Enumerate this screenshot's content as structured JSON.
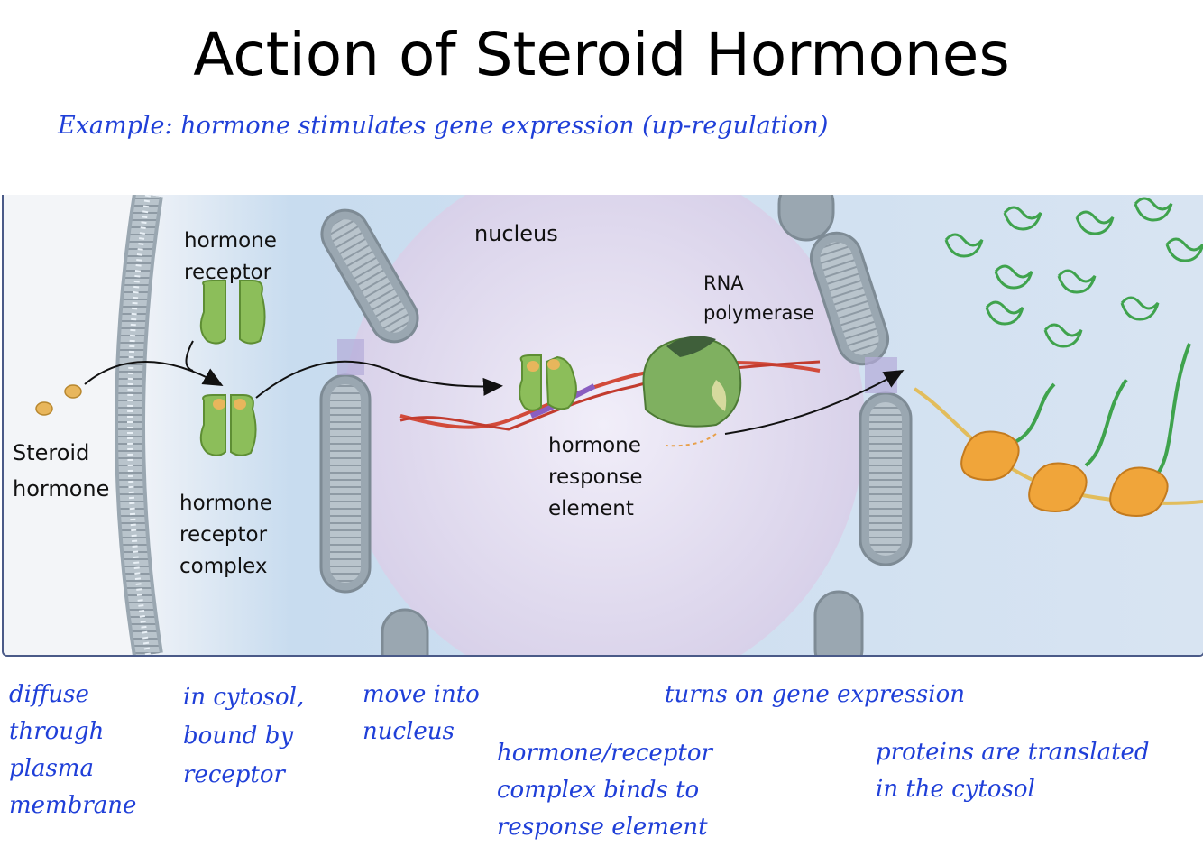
{
  "title": "Action of Steroid Hormones",
  "subtitle": "Example: hormone stimulates gene expression  (up-regulation)",
  "diagram_labels": {
    "hormone_receptor": [
      "hormone",
      "receptor"
    ],
    "nucleus": "nucleus",
    "rna_polymerase": [
      "RNA",
      "polymerase"
    ],
    "steroid_hormone": [
      "Steroid",
      "hormone"
    ],
    "hormone_receptor_complex": [
      "hormone",
      "receptor",
      "complex"
    ],
    "hormone_response_element": [
      "hormone",
      "response",
      "element"
    ]
  },
  "annotations": {
    "diffuse": [
      "diffuse",
      "through",
      "plasma",
      "membrane"
    ],
    "cytosol": [
      "in cytosol,",
      "bound by",
      "receptor"
    ],
    "move": [
      "move into",
      "nucleus"
    ],
    "binds": [
      "hormone/receptor",
      "complex binds to",
      "response element"
    ],
    "turns_on": "turns on gene expression",
    "proteins": [
      "proteins are translated",
      "in the cytosol"
    ]
  },
  "colors": {
    "annotation_blue": "#1f3fd8",
    "cytosol": "#c9dcef",
    "nucleus": "#ddd8ee",
    "receptor_green": "#8cbe5a",
    "hormone_yellow": "#e8b65c",
    "dna_red": "#d24a3a",
    "ribosome_orange": "#f0a53a"
  }
}
